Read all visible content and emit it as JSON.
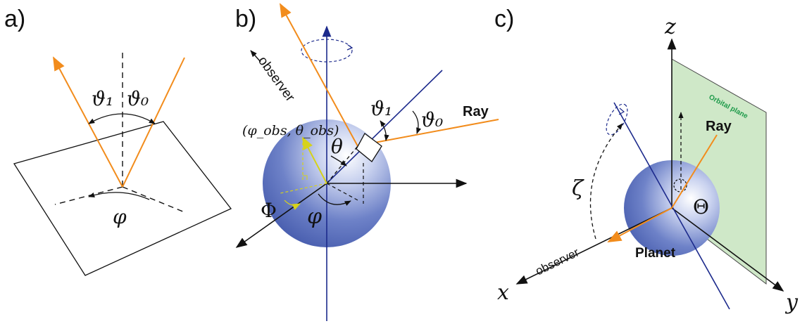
{
  "panels": {
    "a": {
      "label": "a)",
      "theta1": "ϑ₁",
      "theta0": "ϑ₀",
      "phi": "φ"
    },
    "b": {
      "label": "b)",
      "observer": "observer",
      "obs_coords": "(φ_obs, θ_obs)",
      "theta": "θ",
      "theta1": "ϑ₁",
      "theta0": "ϑ₀",
      "ray": "Ray",
      "Phi": "Φ",
      "phi": "φ"
    },
    "c": {
      "label": "c)",
      "z": "z",
      "x": "x",
      "y": "y",
      "orbital_plane": "Orbital plane",
      "ray": "Ray",
      "zeta": "ζ",
      "Theta": "Θ",
      "planet": "Planet",
      "observer": "observer"
    }
  },
  "colors": {
    "ray": "#f28c1c",
    "axis_blue": "#1c2a8c",
    "highlight_yellow": "#d6d21a",
    "plane_fill": "#cfe8c8",
    "orbital_label": "#1e9a4a"
  }
}
